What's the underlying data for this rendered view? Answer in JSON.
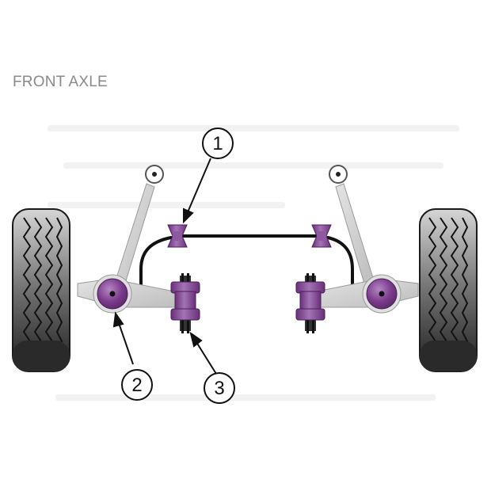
{
  "title": "FRONT AXLE",
  "callouts": [
    {
      "label": "1",
      "target": "anti-roll-bar-bush"
    },
    {
      "label": "2",
      "target": "wishbone-front-bush"
    },
    {
      "label": "3",
      "target": "wishbone-rear-bush"
    }
  ],
  "colors": {
    "bush_purple": "#7b3b8c",
    "bush_purple_light": "#a070b4",
    "arm_grey": "#d2d2d2",
    "tyre_dark": "#2c2c2c",
    "tyre_light": "#d0d0d0",
    "bar_black": "#111111",
    "ghost_text": "#eeeeee"
  }
}
